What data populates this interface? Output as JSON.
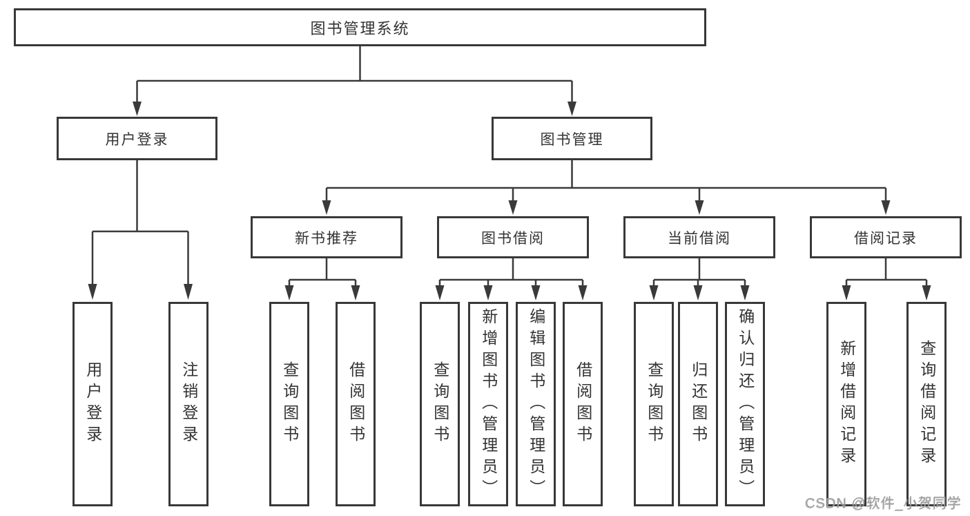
{
  "tree": {
    "root": "图书管理系统",
    "login_branch": {
      "label": "用户登录",
      "children": [
        "用户登录",
        "注销登录"
      ]
    },
    "mgmt_branch": {
      "label": "图书管理",
      "groups": [
        {
          "label": "新书推荐",
          "children": [
            "查询图书",
            "借阅图书"
          ]
        },
        {
          "label": "图书借阅",
          "children": [
            "查询图书",
            "新增图书（管理员）",
            "编辑图书（管理员）",
            "借阅图书"
          ]
        },
        {
          "label": "当前借阅",
          "children": [
            "查询图书",
            "归还图书",
            "确认归还（管理员）"
          ]
        },
        {
          "label": "借阅记录",
          "children": [
            "新增借阅记录",
            "查询借阅记录"
          ]
        }
      ]
    }
  },
  "watermark": "CSDN @软件_小贺同学",
  "colors": {
    "line": "#3a3a3a",
    "box_border": "#383838",
    "text": "#333333",
    "watermark": "#9d9d9d",
    "background": "#ffffff"
  }
}
